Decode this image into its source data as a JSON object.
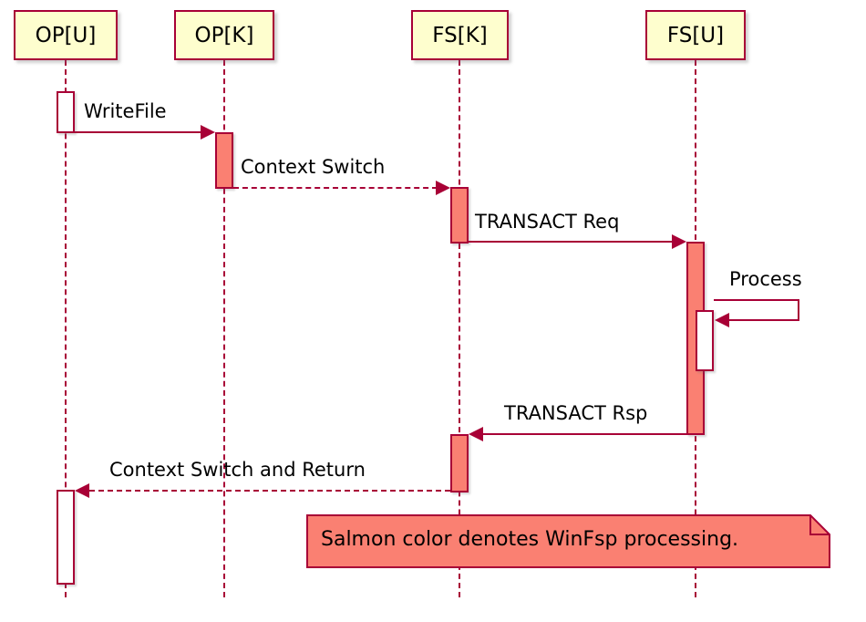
{
  "diagram": {
    "type": "sequence-diagram",
    "participants": [
      {
        "label": "OP[U]"
      },
      {
        "label": "OP[K]"
      },
      {
        "label": "FS[K]"
      },
      {
        "label": "FS[U]"
      }
    ],
    "messages": [
      {
        "label": "WriteFile",
        "from": "OP[U]",
        "to": "OP[K]",
        "style": "solid"
      },
      {
        "label": "Context Switch",
        "from": "OP[K]",
        "to": "FS[K]",
        "style": "dashed"
      },
      {
        "label": "TRANSACT Req",
        "from": "FS[K]",
        "to": "FS[U]",
        "style": "solid"
      },
      {
        "label": "Process",
        "from": "FS[U]",
        "to": "FS[U]",
        "style": "self"
      },
      {
        "label": "TRANSACT Rsp",
        "from": "FS[U]",
        "to": "FS[K]",
        "style": "solid"
      },
      {
        "label": "Context Switch and Return",
        "from": "FS[K]",
        "to": "OP[U]",
        "style": "dashed"
      }
    ],
    "note": {
      "text": "Salmon color denotes WinFsp processing."
    },
    "colors": {
      "participant_fill": "#FEFECE",
      "border_and_lines": "#A80036",
      "processing_fill": "#FA8072",
      "idle_fill": "#FFFFFF"
    }
  }
}
